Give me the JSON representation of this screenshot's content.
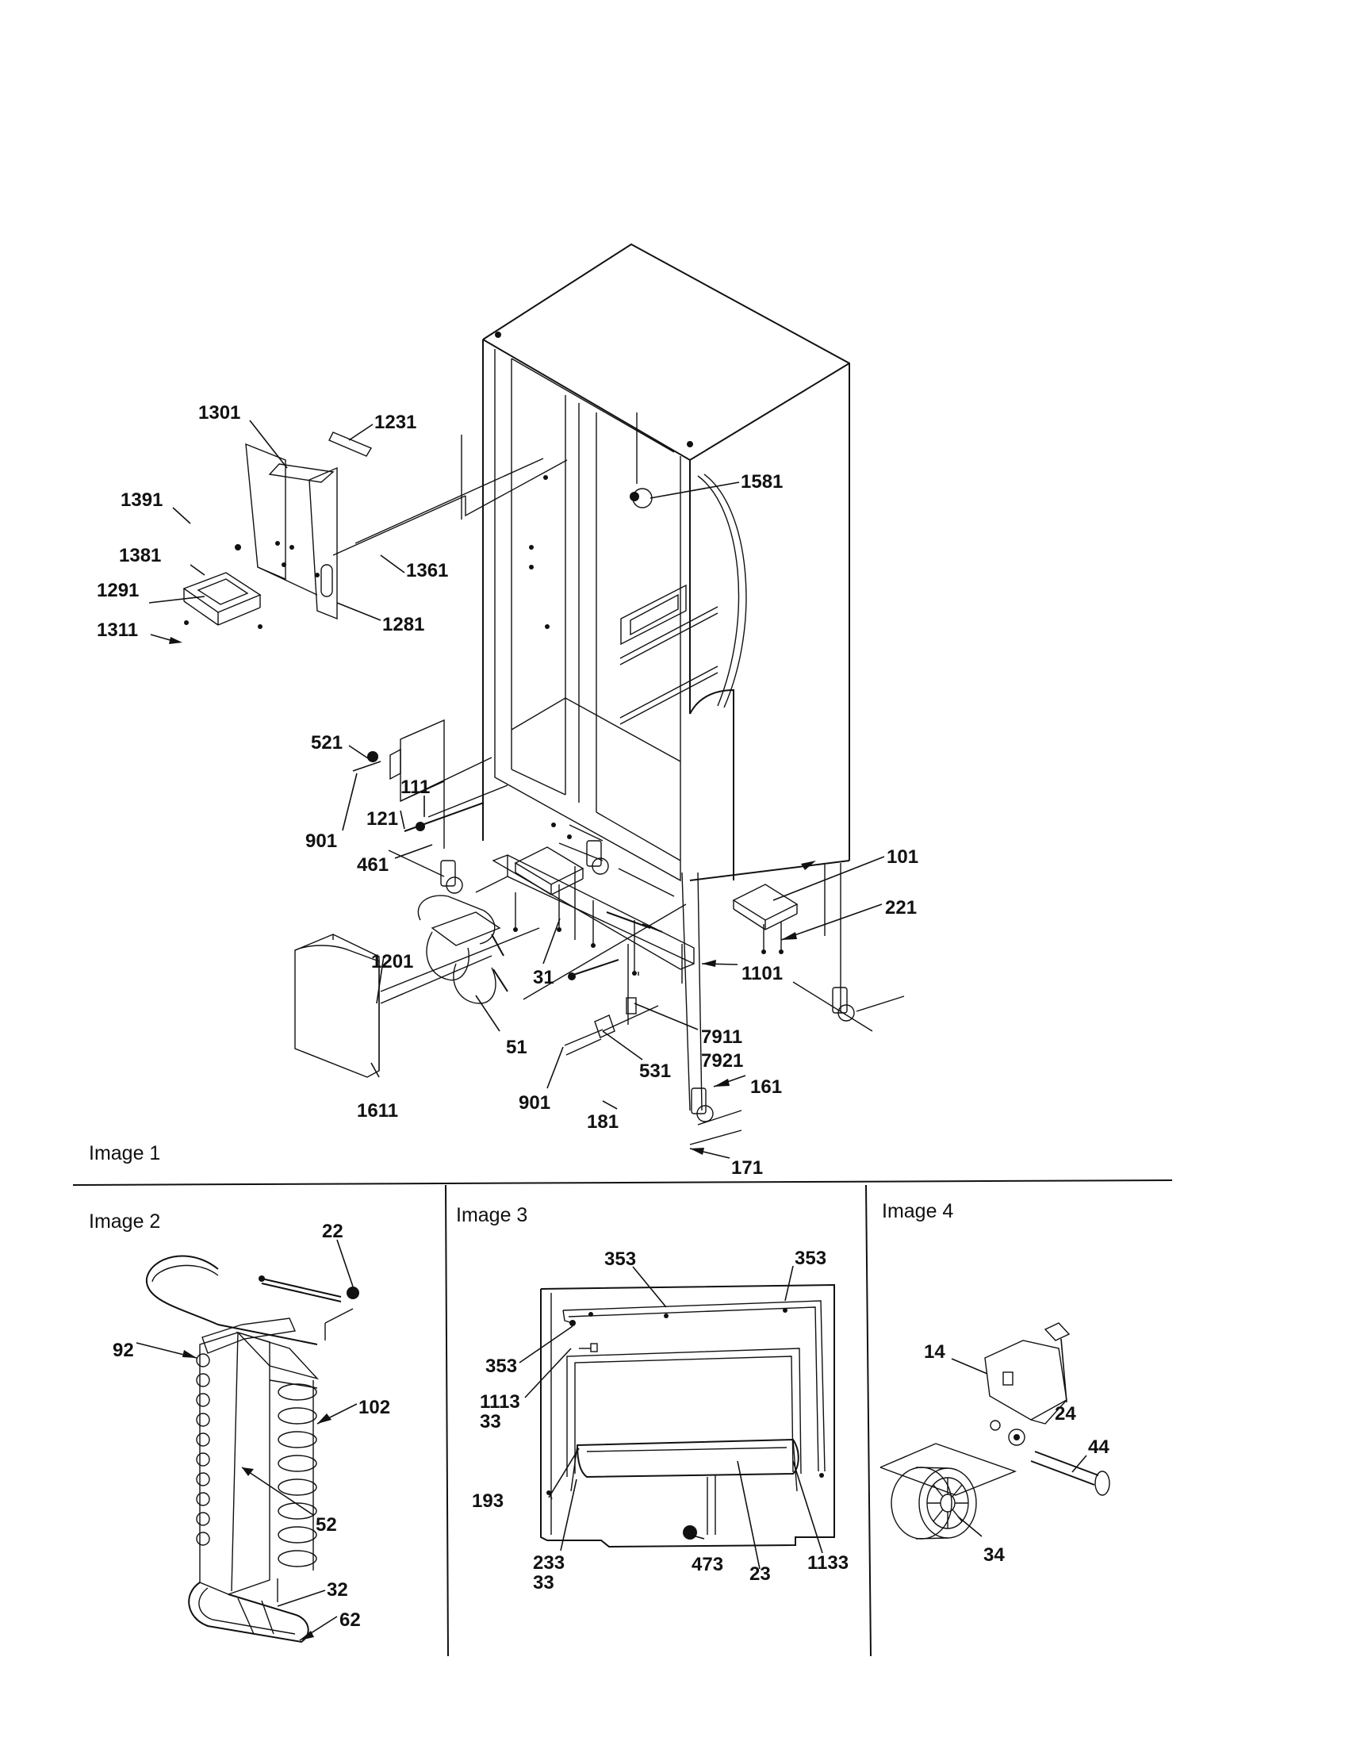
{
  "panels": [
    {
      "id": "image-1",
      "caption": "Image 1",
      "labels": [
        "1301",
        "1231",
        "1391",
        "1381",
        "1361",
        "1291",
        "1311",
        "1281",
        "1581",
        "521",
        "111",
        "901",
        "121",
        "461",
        "101",
        "221",
        "1201",
        "31",
        "1101",
        "51",
        "7911",
        "7921",
        "531",
        "1611",
        "901",
        "161",
        "181",
        "171"
      ]
    },
    {
      "id": "image-2",
      "caption": "Image 2",
      "labels": [
        "22",
        "92",
        "102",
        "52",
        "32",
        "62"
      ]
    },
    {
      "id": "image-3",
      "caption": "Image 3",
      "labels": [
        "353",
        "353",
        "353",
        "1113",
        "33",
        "193",
        "233",
        "33",
        "473",
        "23",
        "1133"
      ]
    },
    {
      "id": "image-4",
      "caption": "Image 4",
      "labels": [
        "14",
        "24",
        "44",
        "34"
      ]
    }
  ]
}
